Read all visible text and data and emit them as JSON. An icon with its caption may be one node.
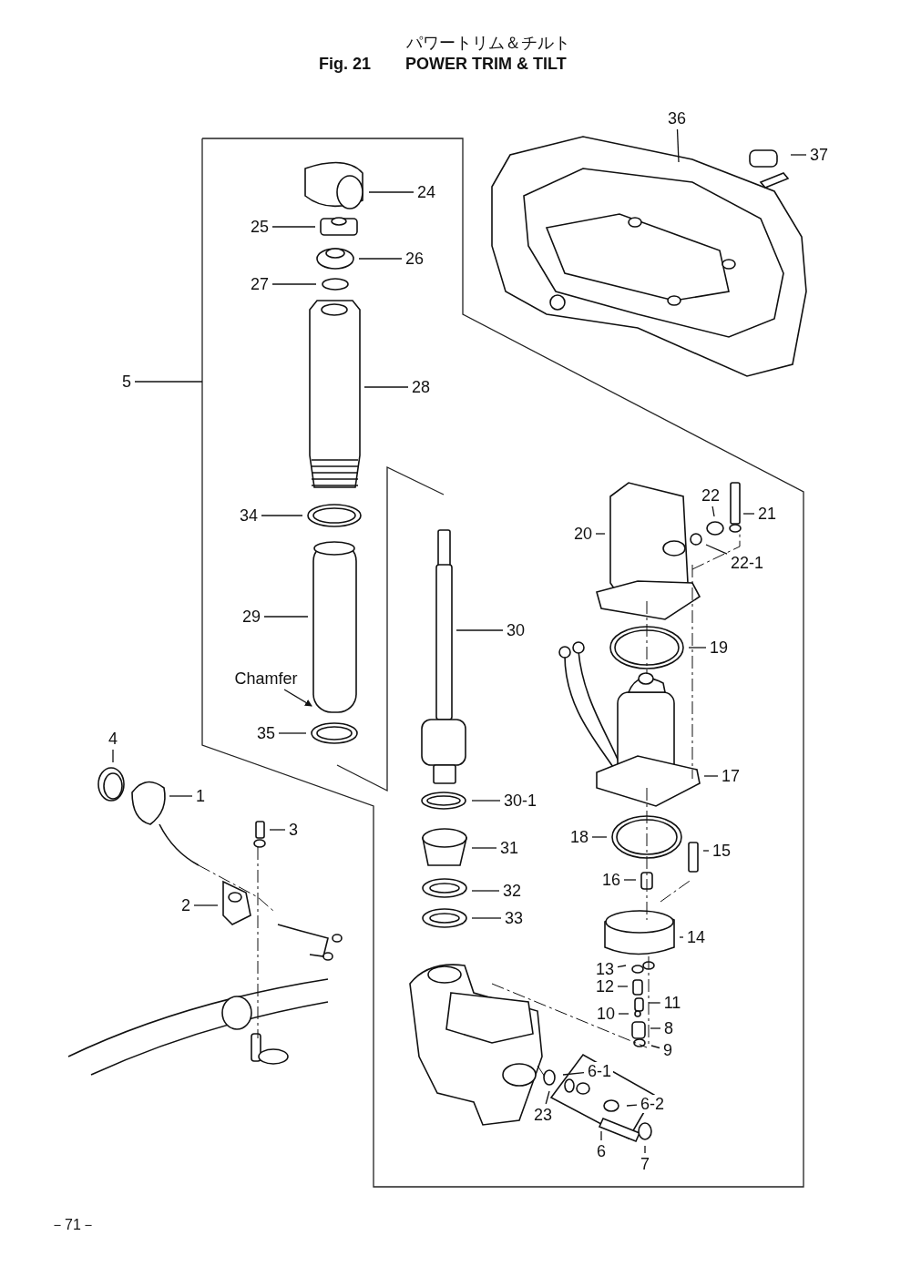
{
  "diagram": {
    "title": "POWER TRIM & TILT",
    "nodes": [
      {
        "text": [
          "36"
        ]
      },
      {
        "text": [
          "37"
        ]
      },
      {
        "text": [
          "24"
        ]
      },
      {
        "text": [
          "25"
        ]
      },
      {
        "text": [
          "26"
        ]
      },
      {
        "text": [
          "27"
        ]
      },
      {
        "text": [
          "5"
        ]
      },
      {
        "text": [
          "28"
        ]
      },
      {
        "text": [
          "22"
        ]
      },
      {
        "text": [
          "34"
        ]
      },
      {
        "text": [
          "21"
        ]
      },
      {
        "text": [
          "20"
        ]
      },
      {
        "text": [
          "22-1"
        ]
      },
      {
        "text": [
          "29"
        ]
      },
      {
        "text": [
          "30"
        ]
      },
      {
        "text": [
          "19"
        ]
      },
      {
        "text": [
          "Chamfer"
        ]
      },
      {
        "text": [
          "35"
        ]
      },
      {
        "text": [
          "4"
        ]
      },
      {
        "text": [
          "17"
        ]
      },
      {
        "text": [
          "1"
        ]
      },
      {
        "text": [
          "30-1"
        ]
      },
      {
        "text": [
          "3"
        ]
      },
      {
        "text": [
          "18"
        ]
      },
      {
        "text": [
          "31"
        ]
      },
      {
        "text": [
          "15"
        ]
      },
      {
        "text": [
          "16"
        ]
      },
      {
        "text": [
          "32"
        ]
      },
      {
        "text": [
          "2"
        ]
      },
      {
        "text": [
          "33"
        ]
      },
      {
        "text": [
          "14"
        ]
      },
      {
        "text": [
          "13"
        ]
      },
      {
        "text": [
          "12"
        ]
      },
      {
        "text": [
          "11"
        ]
      },
      {
        "text": [
          "10"
        ]
      },
      {
        "text": [
          "8"
        ]
      },
      {
        "text": [
          "9"
        ]
      },
      {
        "text": [
          "6-1"
        ]
      },
      {
        "text": [
          "6-2"
        ]
      },
      {
        "text": [
          "23"
        ]
      },
      {
        "text": [
          "6"
        ]
      },
      {
        "text": [
          "7"
        ]
      }
    ],
    "edges": [
      {
        "from": 0,
        "to": null,
        "arrow": "none"
      },
      {
        "from": 1,
        "to": null,
        "arrow": "none"
      },
      {
        "from": 2,
        "to": null,
        "arrow": "none"
      },
      {
        "from": 3,
        "to": null,
        "arrow": "none"
      },
      {
        "from": 4,
        "to": null,
        "arrow": "none"
      },
      {
        "from": 5,
        "to": null,
        "arrow": "none"
      },
      {
        "from": 6,
        "to": null,
        "arrow": "none"
      },
      {
        "from": 7,
        "to": null,
        "arrow": "none"
      },
      {
        "from": 8,
        "to": null,
        "arrow": "none"
      },
      {
        "from": 9,
        "to": null,
        "arrow": "none"
      },
      {
        "from": 10,
        "to": null,
        "arrow": "none"
      },
      {
        "from": 11,
        "to": null,
        "arrow": "none"
      },
      {
        "from": 12,
        "to": null,
        "arrow": "none"
      },
      {
        "from": 13,
        "to": null,
        "arrow": "none"
      },
      {
        "from": 14,
        "to": null,
        "arrow": "none"
      },
      {
        "from": 15,
        "to": null,
        "arrow": "none"
      },
      {
        "from": 16,
        "to": null,
        "arrow": "to"
      },
      {
        "from": 17,
        "to": null,
        "arrow": "none"
      },
      {
        "from": 18,
        "to": null,
        "arrow": "none"
      },
      {
        "from": 19,
        "to": null,
        "arrow": "none"
      },
      {
        "from": 20,
        "to": null,
        "arrow": "none"
      },
      {
        "from": 21,
        "to": null,
        "arrow": "none"
      },
      {
        "from": 22,
        "to": null,
        "arrow": "none"
      },
      {
        "from": 23,
        "to": null,
        "arrow": "none"
      },
      {
        "from": 24,
        "to": null,
        "arrow": "none"
      },
      {
        "from": 25,
        "to": null,
        "arrow": "none"
      },
      {
        "from": 26,
        "to": null,
        "arrow": "none"
      },
      {
        "from": 27,
        "to": null,
        "arrow": "none"
      },
      {
        "from": 28,
        "to": null,
        "arrow": "none"
      },
      {
        "from": 29,
        "to": null,
        "arrow": "none"
      },
      {
        "from": 30,
        "to": null,
        "arrow": "none"
      },
      {
        "from": 31,
        "to": null,
        "arrow": "none"
      },
      {
        "from": 32,
        "to": null,
        "arrow": "none"
      },
      {
        "from": 33,
        "to": null,
        "arrow": "none"
      },
      {
        "from": 34,
        "to": null,
        "arrow": "none"
      },
      {
        "from": 35,
        "to": null,
        "arrow": "none"
      },
      {
        "from": 36,
        "to": null,
        "arrow": "none"
      },
      {
        "from": 37,
        "to": null,
        "arrow": "none"
      },
      {
        "from": 38,
        "to": null,
        "arrow": "none"
      },
      {
        "from": 39,
        "to": null,
        "arrow": "none"
      },
      {
        "from": 40,
        "to": null,
        "arrow": "none"
      },
      {
        "from": 41,
        "to": null,
        "arrow": "none"
      }
    ],
    "labels": [
      "パワートリム＆チルト",
      "Fig. 21",
      "－71－"
    ]
  }
}
